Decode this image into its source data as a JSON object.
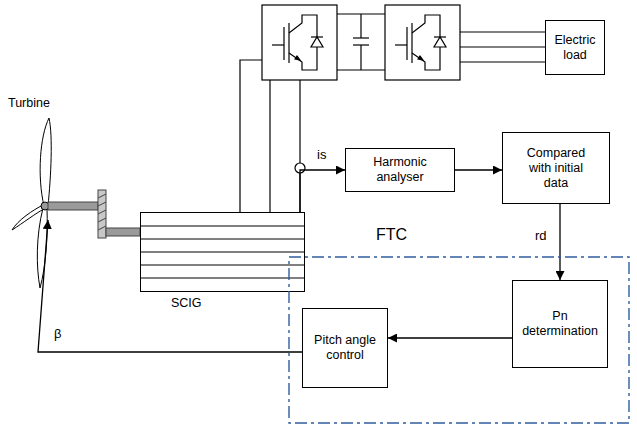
{
  "diagram": {
    "nodes": [
      {
        "text": [
          "Turbine"
        ]
      },
      {
        "text": [
          "SCIG"
        ]
      },
      {
        "text": [
          "Electric load"
        ]
      },
      {
        "text": [
          "Harmonic analyser"
        ]
      },
      {
        "text": [
          "Compared with initial data"
        ]
      },
      {
        "text": [
          "FTC"
        ]
      },
      {
        "text": [
          "Pitch angle control"
        ],
        "in": 5
      },
      {
        "text": [
          "Pn determination"
        ],
        "in": 5
      }
    ],
    "edges": [
      {
        "from": 1,
        "to": 3,
        "arrow": "to",
        "label": "is"
      },
      {
        "from": 3,
        "to": 4,
        "arrow": "to"
      },
      {
        "from": 4,
        "to": 7,
        "arrow": "to",
        "label": "rd"
      },
      {
        "from": 7,
        "to": 6,
        "arrow": "to"
      },
      {
        "from": 6,
        "to": 0,
        "arrow": "to",
        "label": "β"
      }
    ]
  }
}
